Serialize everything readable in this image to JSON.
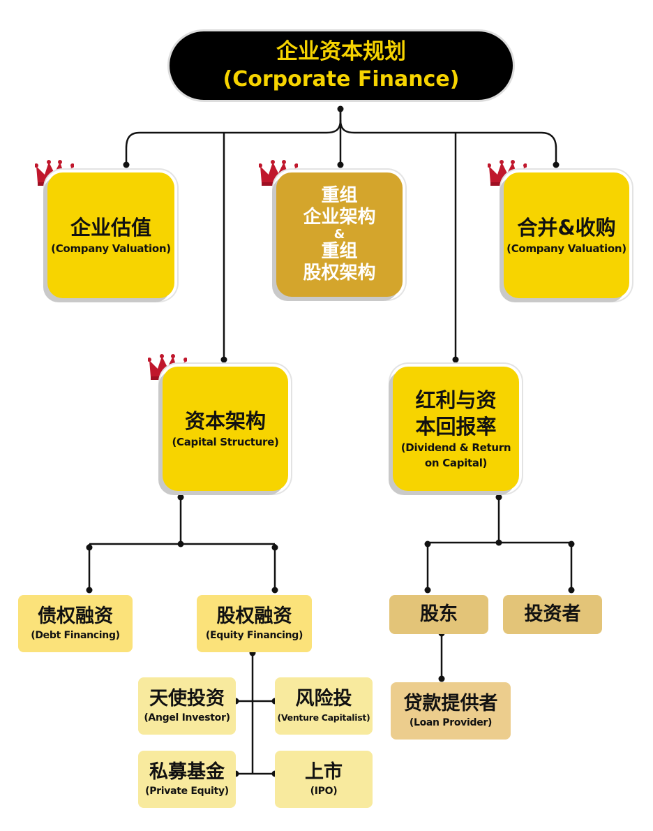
{
  "root": {
    "cn": "企业资本规划",
    "en": "(Corporate Finance)"
  },
  "valuation": {
    "cn": "企业估值",
    "en": "(Company Valuation)"
  },
  "restructure": {
    "line1": "重组",
    "line2": "企业架构",
    "amp": "&",
    "line3": "重组",
    "line4": "股权架构"
  },
  "merger": {
    "cn": "合并&收购",
    "en": "(Company Valuation)"
  },
  "capital": {
    "cn": "资本架构",
    "en": "(Capital Structure)"
  },
  "dividend": {
    "cn1": "红利与资",
    "cn2": "本回报率",
    "en1": "(Dividend & Return",
    "en2": "on Capital)"
  },
  "debt": {
    "cn": "债权融资",
    "en": "(Debt Financing)"
  },
  "equity": {
    "cn": "股权融资",
    "en": "(Equity Financing)"
  },
  "angel": {
    "cn": "天使投资",
    "en": "(Angel Investor)"
  },
  "venture": {
    "cn": "风险投",
    "en": "(Venture Capitalist)"
  },
  "private": {
    "cn": "私募基金",
    "en": "(Private Equity)"
  },
  "ipo": {
    "cn": "上市",
    "en": "(IPO)"
  },
  "shareholder": {
    "cn": "股东"
  },
  "investor": {
    "cn": "投资者"
  },
  "loan": {
    "cn": "贷款提供者",
    "en": "(Loan Provider)"
  },
  "colors": {
    "gold": "#f7d400",
    "dark_gold": "#d4a52c",
    "light_gold": "#fbe27a",
    "pale": "#f8ea9e",
    "tan": "#e3c478",
    "crown": "#c0172c",
    "root_bg": "#000000"
  },
  "icons": {
    "crown": "crown-icon"
  }
}
